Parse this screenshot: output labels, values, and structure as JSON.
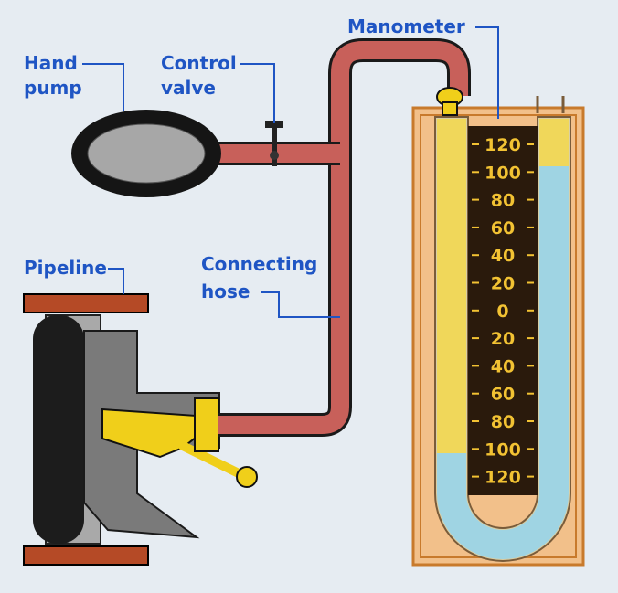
{
  "labels": {
    "hand_pump": [
      "Hand",
      "pump"
    ],
    "control_valve": [
      "Control",
      "valve"
    ],
    "manometer": "Manometer",
    "pipeline": "Pipeline",
    "connecting_hose": [
      "Connecting",
      "hose"
    ]
  },
  "scale": [
    "120",
    "100",
    "80",
    "60",
    "40",
    "20",
    "0",
    "20",
    "40",
    "60",
    "80",
    "100",
    "120"
  ],
  "colors": {
    "label": "#1f55c4",
    "hose": "#c8605a",
    "pipe_wall": "#b54a26",
    "fluid": "#9fd4e3",
    "scale_board": "#2a1a0c",
    "scale_text": "#f2c233",
    "gauge_yellow": "#f0d75a",
    "case": "#f2c08a"
  }
}
